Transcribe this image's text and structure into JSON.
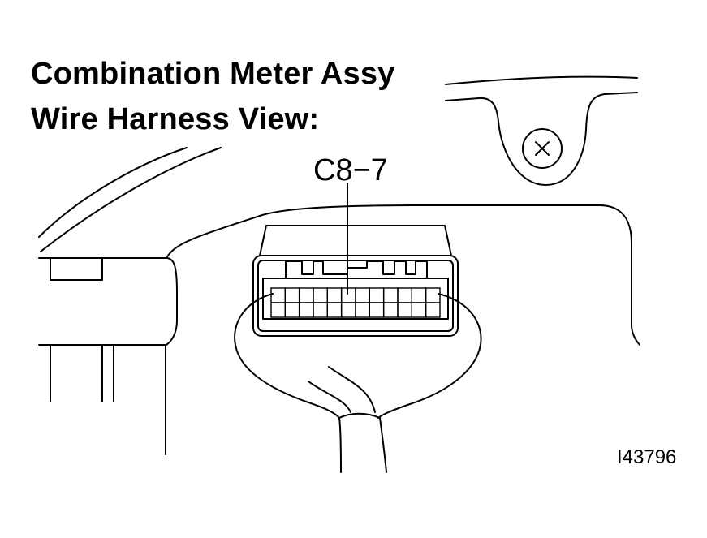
{
  "diagram": {
    "title_line_1": "Combination Meter Assy",
    "title_line_2": "Wire Harness View:",
    "connector_label": "C8−7",
    "reference_id": "I43796",
    "connector": {
      "columns": 12,
      "rows": 2,
      "highlighted_column": 7
    }
  }
}
